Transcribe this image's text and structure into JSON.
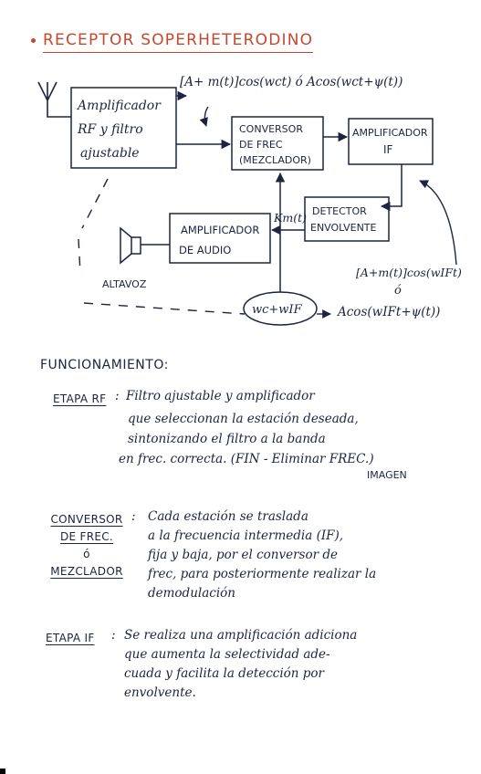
{
  "title": "RECEPTOR SOPERHETERODINO",
  "diagram": {
    "block_rf": [
      "Amplificador",
      "RF y filtro",
      "ajustable"
    ],
    "signal_top": "[A+ m(t)]cos(wct) ó Acos(wct+ψ(t))",
    "block_mixer": [
      "CONVERSOR",
      "DE FREC",
      "(MEZCLADOR)"
    ],
    "block_if": [
      "AMPLIFICADOR",
      "IF"
    ],
    "block_detector": [
      "DETECTOR",
      "ENVOLVENTE"
    ],
    "km_label": "Km(t)",
    "block_audio": [
      "AMPLIFICADOR",
      "DE AUDIO"
    ],
    "speaker_label": "ALTAVOZ",
    "oscillator": "wc+wIF",
    "signal_if_1": "[A+m(t)]cos(wIFt)",
    "signal_or": "ó",
    "signal_if_2": "Acos(wIFt+ψ(t))"
  },
  "funcionamiento": {
    "heading": "FUNCIONAMIENTO:",
    "rf": {
      "label": "ETAPA RF",
      "colon": ":",
      "lines": [
        "Filtro ajustable y amplificador",
        "que seleccionan la estación deseada,",
        "sintonizando el filtro a la banda",
        "en frec. correcta. (FIN - Eliminar FREC."
      ],
      "paren_close": ")",
      "imagen": "IMAGEN"
    },
    "mixer": {
      "label_lines": [
        "CONVERSOR",
        "DE FREC.",
        "ó",
        "MEZCLADOR"
      ],
      "colon": ":",
      "lines": [
        "Cada estación se traslada",
        "a la frecuencia intermedia (IF),",
        "fija y baja, por el conversor de",
        "frec, para posteriormente realizar la",
        "demodulación"
      ]
    },
    "if": {
      "label": "ETAPA IF",
      "colon": ":",
      "lines": [
        "Se realiza una amplificación adiciona",
        "que aumenta la selectividad ade-",
        "cuada y facilita la detección por",
        "envolvente."
      ]
    }
  },
  "colors": {
    "ink": "#1d2340",
    "accent": "#c4482f",
    "paper": "#ffffff"
  }
}
